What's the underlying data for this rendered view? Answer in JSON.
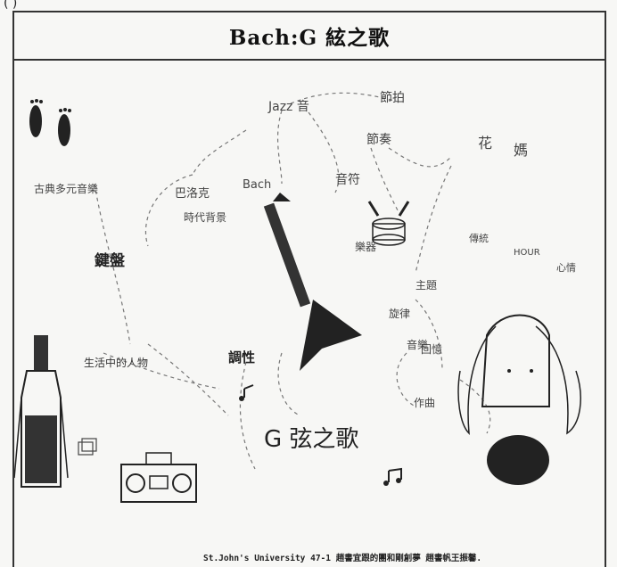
{
  "header": {
    "corner_text": "(  )",
    "title": "Bach:G 絃之歌"
  },
  "mindmap": {
    "nodes": [
      {
        "key": "jazz",
        "text": "Jazz 音"
      },
      {
        "key": "jieqi",
        "text": "節拍"
      },
      {
        "key": "jiezou",
        "text": "節奏"
      },
      {
        "key": "yinfu",
        "text": "音符"
      },
      {
        "key": "hua",
        "text": "花"
      },
      {
        "key": "mama",
        "text": "媽"
      },
      {
        "key": "leftnote",
        "text": "古典多元音樂"
      },
      {
        "key": "baroque",
        "text": "巴洛克"
      },
      {
        "key": "bach",
        "text": "Bach"
      },
      {
        "key": "times",
        "text": "時代背景"
      },
      {
        "key": "instrument",
        "text": "鍵盤"
      },
      {
        "key": "yuewu",
        "text": "樂器"
      },
      {
        "key": "zhuti",
        "text": "主題"
      },
      {
        "key": "xuanlv",
        "text": "旋律"
      },
      {
        "key": "hours",
        "text": "HOUR"
      },
      {
        "key": "feel",
        "text": "心情"
      },
      {
        "key": "chuantong",
        "text": "傳統"
      },
      {
        "key": "yinyue",
        "text": "音樂"
      },
      {
        "key": "diaoxing",
        "text": "調性"
      },
      {
        "key": "life",
        "text": "生活中的人物"
      },
      {
        "key": "huiyi",
        "text": "回憶"
      },
      {
        "key": "zuoqu",
        "text": "作曲"
      },
      {
        "key": "center",
        "text": "G 弦之歌"
      }
    ],
    "footer": "St.John's University 47-1 趙書宜跟的團和剛創夢  趙書帆王振馨."
  },
  "icons": [
    "footprints-icon",
    "guitar-icon",
    "drum-icon",
    "bottle-icon",
    "radio-icon",
    "music-note-icon",
    "girl-doodle-icon",
    "gift-box-icon"
  ]
}
